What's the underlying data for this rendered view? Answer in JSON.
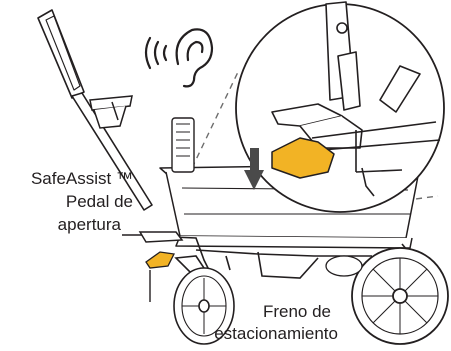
{
  "labels": {
    "safeassist": "SafeAssist ™",
    "pedal_line1": "Pedal de",
    "pedal_line2": "apertura",
    "brake_line1": "Freno de",
    "brake_line2": "estacionamiento"
  },
  "icons": {
    "sound": "ear-with-sound-waves-icon",
    "press": "down-arrow-icon"
  },
  "colors": {
    "line": "#231f20",
    "highlight": "#f2b325",
    "arrow": "#4a4a4a",
    "background": "#ffffff"
  }
}
